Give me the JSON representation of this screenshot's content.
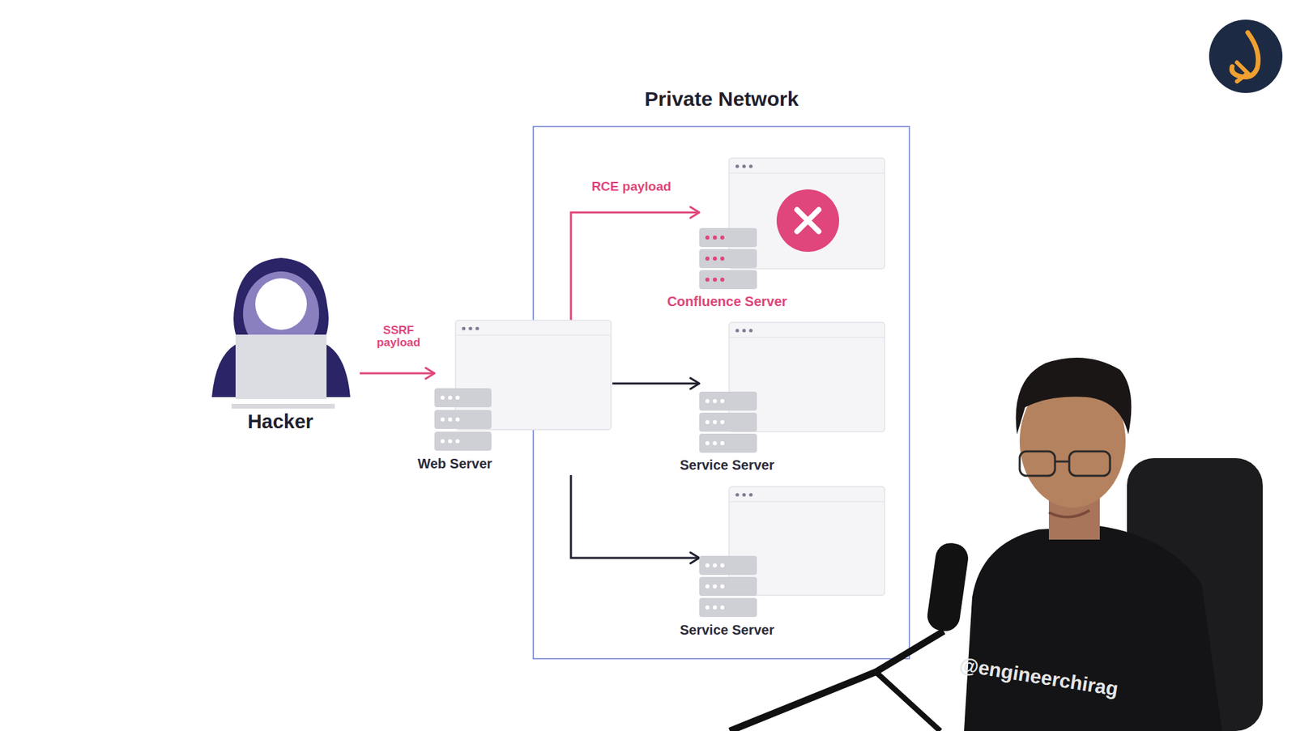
{
  "diagram": {
    "nodes": [
      {
        "text": [
          "Hacker"
        ]
      },
      {
        "text": [
          "Web Server"
        ]
      },
      {
        "text": [
          "Private Network"
        ]
      },
      {
        "text": [
          "Confluence Server"
        ],
        "in": 2
      },
      {
        "text": [
          "Service Server"
        ],
        "in": 2
      },
      {
        "text": [
          "Service Server"
        ],
        "in": 2
      }
    ],
    "edges": [
      {
        "from": 0,
        "to": 1,
        "label": "SSRF payload",
        "arrow": "to"
      },
      {
        "from": 1,
        "to": 3,
        "label": "RCE payload",
        "arrow": "to"
      },
      {
        "from": 1,
        "to": 4,
        "arrow": "to"
      },
      {
        "from": 1,
        "to": 5,
        "arrow": "to"
      }
    ],
    "labels": [
      "@engineerchirag"
    ]
  }
}
